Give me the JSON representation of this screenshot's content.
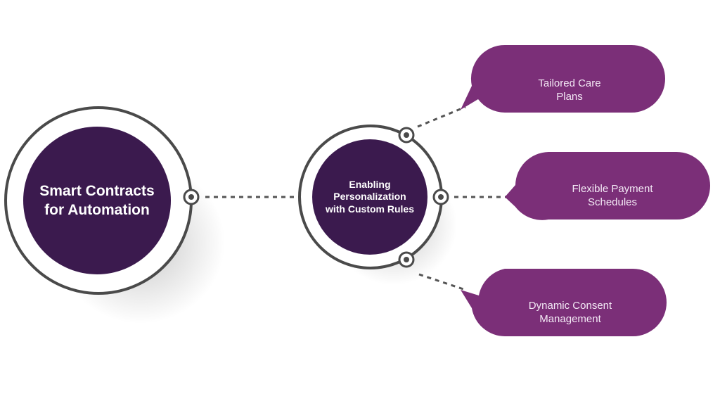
{
  "colors": {
    "dark_purple": "#3b1a4e",
    "bubble_purple": "#7b2f78",
    "ring_grey": "#4a4a4a",
    "connector_grey": "#555555"
  },
  "main_node": {
    "label": "Smart Contracts\nfor Automation"
  },
  "center_node": {
    "label": "Enabling\nPersonalization\nwith Custom Rules"
  },
  "bubbles": [
    {
      "label": "Tailored Care\nPlans"
    },
    {
      "label": "Flexible Payment\nSchedules"
    },
    {
      "label": "Dynamic Consent\nManagement"
    }
  ]
}
